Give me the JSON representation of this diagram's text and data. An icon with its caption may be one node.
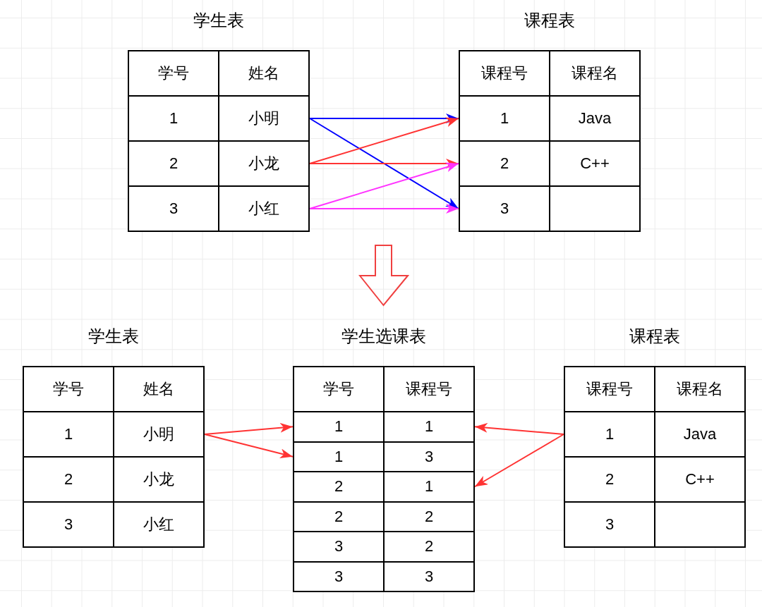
{
  "diagram": {
    "nodes": [
      {
        "text": [
          "学生表"
        ]
      },
      {
        "text": [
          "学号"
        ],
        "in": 0
      },
      {
        "text": [
          "姓名"
        ],
        "in": 0
      },
      {
        "text": [
          "1"
        ],
        "in": 0
      },
      {
        "text": [
          "小明"
        ],
        "in": 0
      },
      {
        "text": [
          "2"
        ],
        "in": 0
      },
      {
        "text": [
          "小龙"
        ],
        "in": 0
      },
      {
        "text": [
          "3"
        ],
        "in": 0
      },
      {
        "text": [
          "小红"
        ],
        "in": 0
      },
      {
        "text": [
          "课程表"
        ]
      },
      {
        "text": [
          "课程号"
        ],
        "in": 9
      },
      {
        "text": [
          "课程名"
        ],
        "in": 9
      },
      {
        "text": [
          "1"
        ],
        "in": 9
      },
      {
        "text": [
          "Java"
        ],
        "in": 9
      },
      {
        "text": [
          "2"
        ],
        "in": 9
      },
      {
        "text": [
          "C++"
        ],
        "in": 9
      },
      {
        "text": [
          "3"
        ],
        "in": 9
      },
      {
        "text": [],
        "shape": "box",
        "in": 9
      },
      {
        "text": [
          "学生表"
        ]
      },
      {
        "text": [
          "学号"
        ],
        "in": 18
      },
      {
        "text": [
          "姓名"
        ],
        "in": 18
      },
      {
        "text": [
          "1"
        ],
        "in": 18
      },
      {
        "text": [
          "小明"
        ],
        "in": 18
      },
      {
        "text": [
          "2"
        ],
        "in": 18
      },
      {
        "text": [
          "小龙"
        ],
        "in": 18
      },
      {
        "text": [
          "3"
        ],
        "in": 18
      },
      {
        "text": [
          "小红"
        ],
        "in": 18
      },
      {
        "text": [
          "学生选课表"
        ]
      },
      {
        "text": [
          "学号"
        ],
        "in": 27
      },
      {
        "text": [
          "课程号"
        ],
        "in": 27
      },
      {
        "text": [
          "1"
        ],
        "in": 27
      },
      {
        "text": [
          "1"
        ],
        "in": 27
      },
      {
        "text": [
          "1"
        ],
        "in": 27
      },
      {
        "text": [
          "3"
        ],
        "in": 27
      },
      {
        "text": [
          "2"
        ],
        "in": 27
      },
      {
        "text": [
          "1"
        ],
        "in": 27
      },
      {
        "text": [
          "2"
        ],
        "in": 27
      },
      {
        "text": [
          "2"
        ],
        "in": 27
      },
      {
        "text": [
          "3"
        ],
        "in": 27
      },
      {
        "text": [
          "2"
        ],
        "in": 27
      },
      {
        "text": [
          "3"
        ],
        "in": 27
      },
      {
        "text": [
          "3"
        ],
        "in": 27
      },
      {
        "text": [
          "课程表"
        ]
      },
      {
        "text": [
          "课程号"
        ],
        "in": 42
      },
      {
        "text": [
          "课程名"
        ],
        "in": 42
      },
      {
        "text": [
          "1"
        ],
        "in": 42
      },
      {
        "text": [
          "Java"
        ],
        "in": 42
      },
      {
        "text": [
          "2"
        ],
        "in": 42
      },
      {
        "text": [
          "C++"
        ],
        "in": 42
      },
      {
        "text": [
          "3"
        ],
        "in": 42
      },
      {
        "text": [],
        "shape": "box",
        "in": 42
      }
    ],
    "edges": [
      {
        "from": 4,
        "to": 12,
        "arrow": "to",
        "color": "#0000ff"
      },
      {
        "from": 4,
        "to": 16,
        "arrow": "to",
        "color": "#0000ff"
      },
      {
        "from": 6,
        "to": 12,
        "arrow": "to"
      },
      {
        "from": 6,
        "to": 14,
        "arrow": "to"
      },
      {
        "from": 8,
        "to": 14,
        "arrow": "to",
        "color": "#ff33ff"
      },
      {
        "from": 8,
        "to": 16,
        "arrow": "to",
        "color": "#ff33ff"
      },
      {
        "from": 22,
        "to": 30,
        "arrow": "to"
      },
      {
        "from": 22,
        "to": 32,
        "arrow": "to"
      },
      {
        "from": 45,
        "to": 31,
        "arrow": "to"
      },
      {
        "from": 45,
        "to": 35,
        "arrow": "to"
      }
    ]
  }
}
